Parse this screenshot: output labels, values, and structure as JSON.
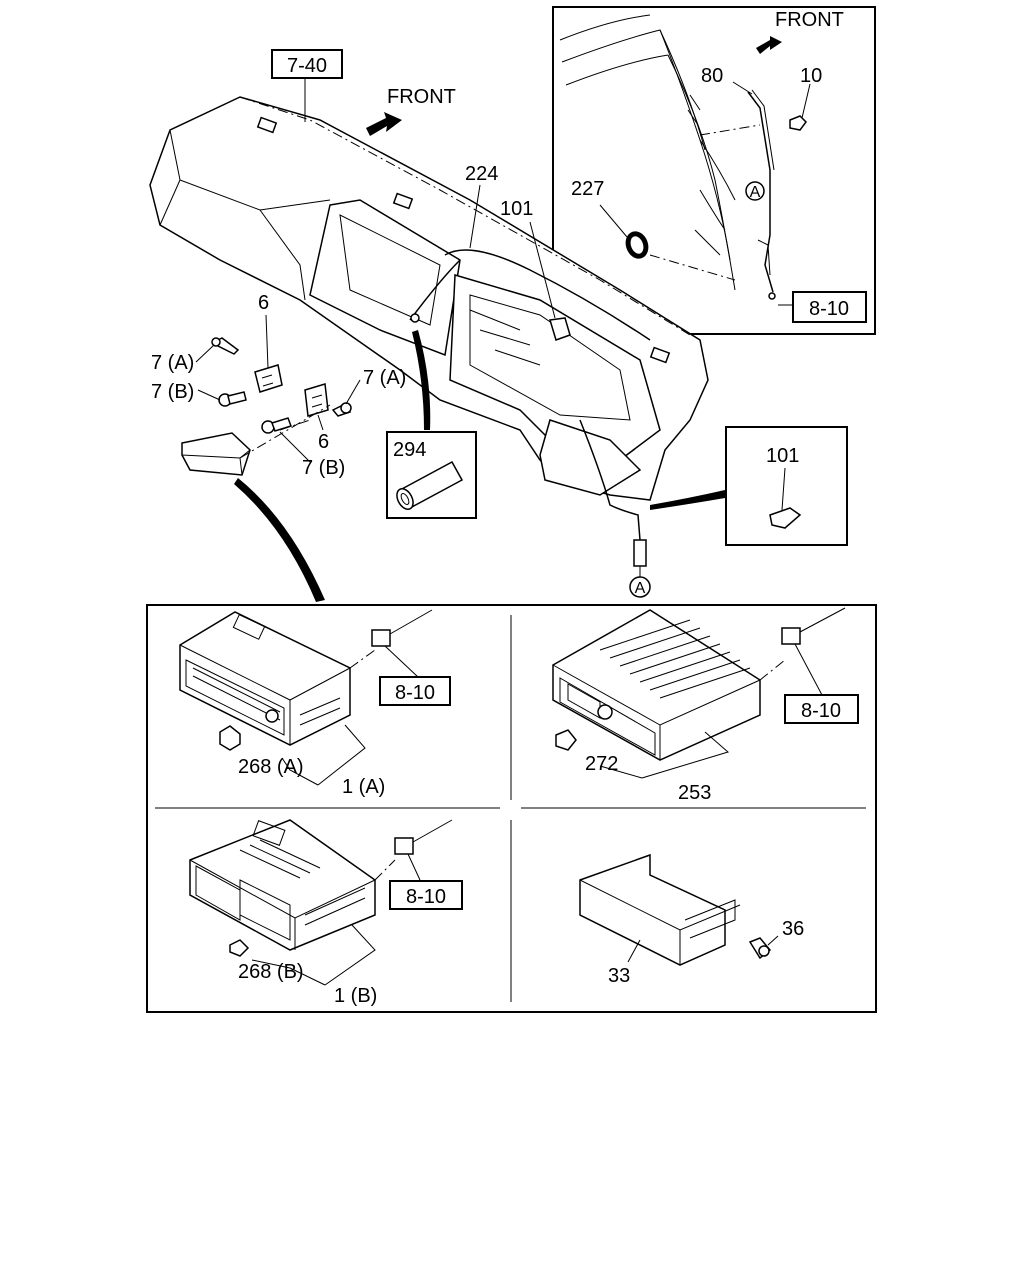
{
  "front_main": "FRONT",
  "front_inset": "FRONT",
  "ref_7_40": "7-40",
  "ref_8_10": "8-10",
  "part_224": "224",
  "part_101": "101",
  "part_6": "6",
  "part_7a": "7 (A)",
  "part_7b": "7 (B)",
  "part_294": "294",
  "part_227": "227",
  "part_80": "80",
  "part_10": "10",
  "marker_a": "A",
  "part_268a": "268 (A)",
  "part_1a": "1 (A)",
  "part_272": "272",
  "part_253": "253",
  "part_268b": "268 (B)",
  "part_1b": "1 (B)",
  "part_33": "33",
  "part_36": "36"
}
